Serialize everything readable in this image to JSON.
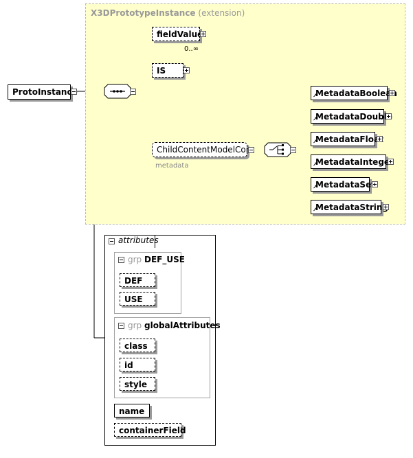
{
  "root": {
    "label": "ProtoInstance"
  },
  "extension": {
    "type_name": "X3DPrototypeInstance",
    "suffix": "(extension)"
  },
  "sequence_children": [
    {
      "label": "fieldValue",
      "multiplicity": "0..∞"
    },
    {
      "label": "IS"
    },
    {
      "label": "ChildContentModelCore",
      "annotation": "metadata"
    }
  ],
  "choice_children": [
    "MetadataBoolean",
    "MetadataDouble",
    "MetadataFloat",
    "MetadataInteger",
    "MetadataSet",
    "MetadataString"
  ],
  "attributes": {
    "title": "attributes",
    "groups": [
      {
        "prefix": "grp",
        "name": "DEF_USE",
        "items": [
          "DEF",
          "USE"
        ]
      },
      {
        "prefix": "grp",
        "name": "globalAttributes",
        "items": [
          "class",
          "id",
          "style"
        ]
      }
    ],
    "required": [
      "name"
    ],
    "optional": [
      "containerField"
    ]
  }
}
